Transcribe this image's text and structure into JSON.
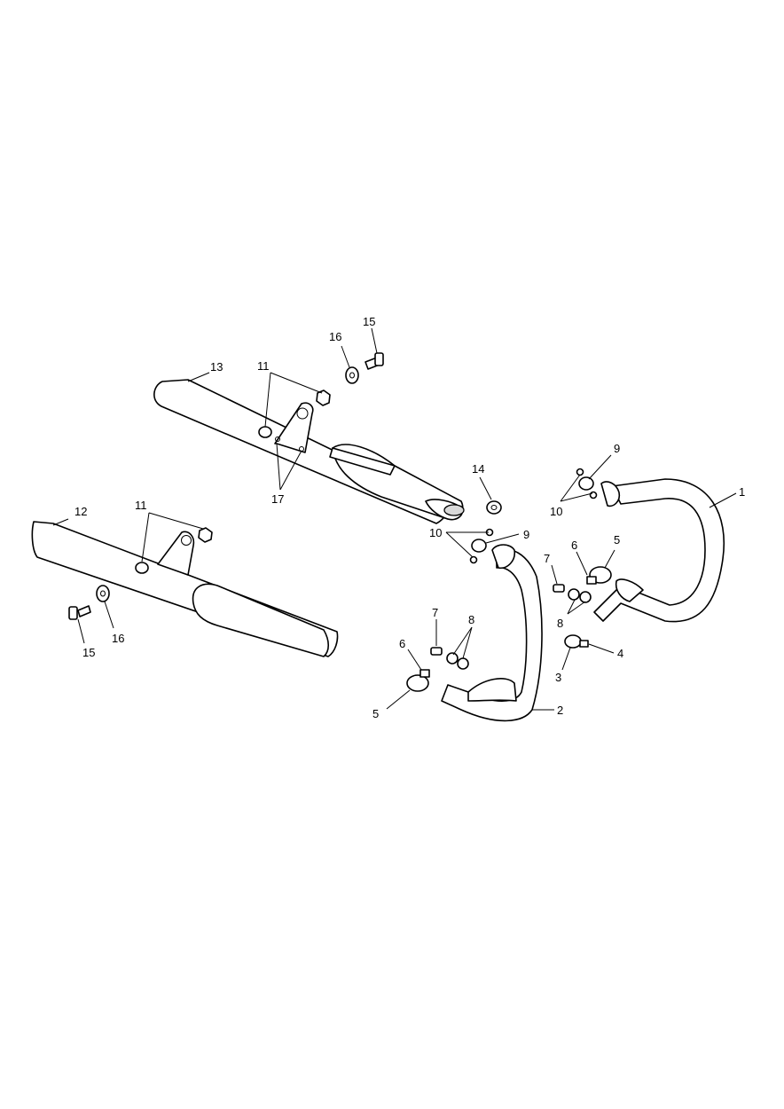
{
  "diagram": {
    "callouts": [
      {
        "id": "c1",
        "text": "1"
      },
      {
        "id": "c2",
        "text": "2"
      },
      {
        "id": "c3",
        "text": "3"
      },
      {
        "id": "c4",
        "text": "4"
      },
      {
        "id": "c5a",
        "text": "5"
      },
      {
        "id": "c5b",
        "text": "5"
      },
      {
        "id": "c6a",
        "text": "6"
      },
      {
        "id": "c6b",
        "text": "6"
      },
      {
        "id": "c7a",
        "text": "7"
      },
      {
        "id": "c7b",
        "text": "7"
      },
      {
        "id": "c8a",
        "text": "8"
      },
      {
        "id": "c8b",
        "text": "8"
      },
      {
        "id": "c9a",
        "text": "9"
      },
      {
        "id": "c9b",
        "text": "9"
      },
      {
        "id": "c10a",
        "text": "10"
      },
      {
        "id": "c10b",
        "text": "10"
      },
      {
        "id": "c11a",
        "text": "11"
      },
      {
        "id": "c11b",
        "text": "11"
      },
      {
        "id": "c12",
        "text": "12"
      },
      {
        "id": "c13",
        "text": "13"
      },
      {
        "id": "c14",
        "text": "14"
      },
      {
        "id": "c15a",
        "text": "15"
      },
      {
        "id": "c15b",
        "text": "15"
      },
      {
        "id": "c16a",
        "text": "16"
      },
      {
        "id": "c16b",
        "text": "16"
      },
      {
        "id": "c17",
        "text": "17"
      }
    ]
  }
}
